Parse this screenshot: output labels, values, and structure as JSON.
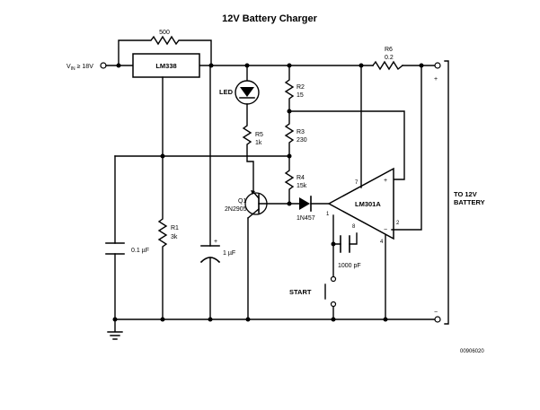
{
  "title": "12V Battery Charger",
  "regulator": {
    "label": "LM338"
  },
  "input": {
    "label_main": "V",
    "label_sub": "IN",
    "label_rest": " ≥ 18V"
  },
  "bypass_resistor": {
    "value": "500"
  },
  "r6": {
    "name": "R6",
    "value": "0.2"
  },
  "r2": {
    "name": "R2",
    "value": "15"
  },
  "r3": {
    "name": "R3",
    "value": "230"
  },
  "r4": {
    "name": "R4",
    "value": "15k"
  },
  "r5": {
    "name": "R5",
    "value": "1k"
  },
  "r1": {
    "name": "R1",
    "value": "3k"
  },
  "led": {
    "label": "LED"
  },
  "q1": {
    "name": "Q1",
    "part": "2N2905"
  },
  "diode": {
    "part": "1N457"
  },
  "opamp": {
    "label": "LM301A",
    "pin7": "7",
    "pin2": "2",
    "pin1": "1",
    "pin8": "8",
    "pin4": "4",
    "plus": "+",
    "minus": "−"
  },
  "c_01": {
    "value": "0.1 µF"
  },
  "c_1u": {
    "value": "1 µF",
    "polarity": "+"
  },
  "c_1000": {
    "value": "1000 pF"
  },
  "start": {
    "label": "START"
  },
  "battery": {
    "line1": "TO 12V",
    "line2": "BATTERY",
    "plus": "+",
    "minus": "−"
  },
  "doc_id": "00906020"
}
